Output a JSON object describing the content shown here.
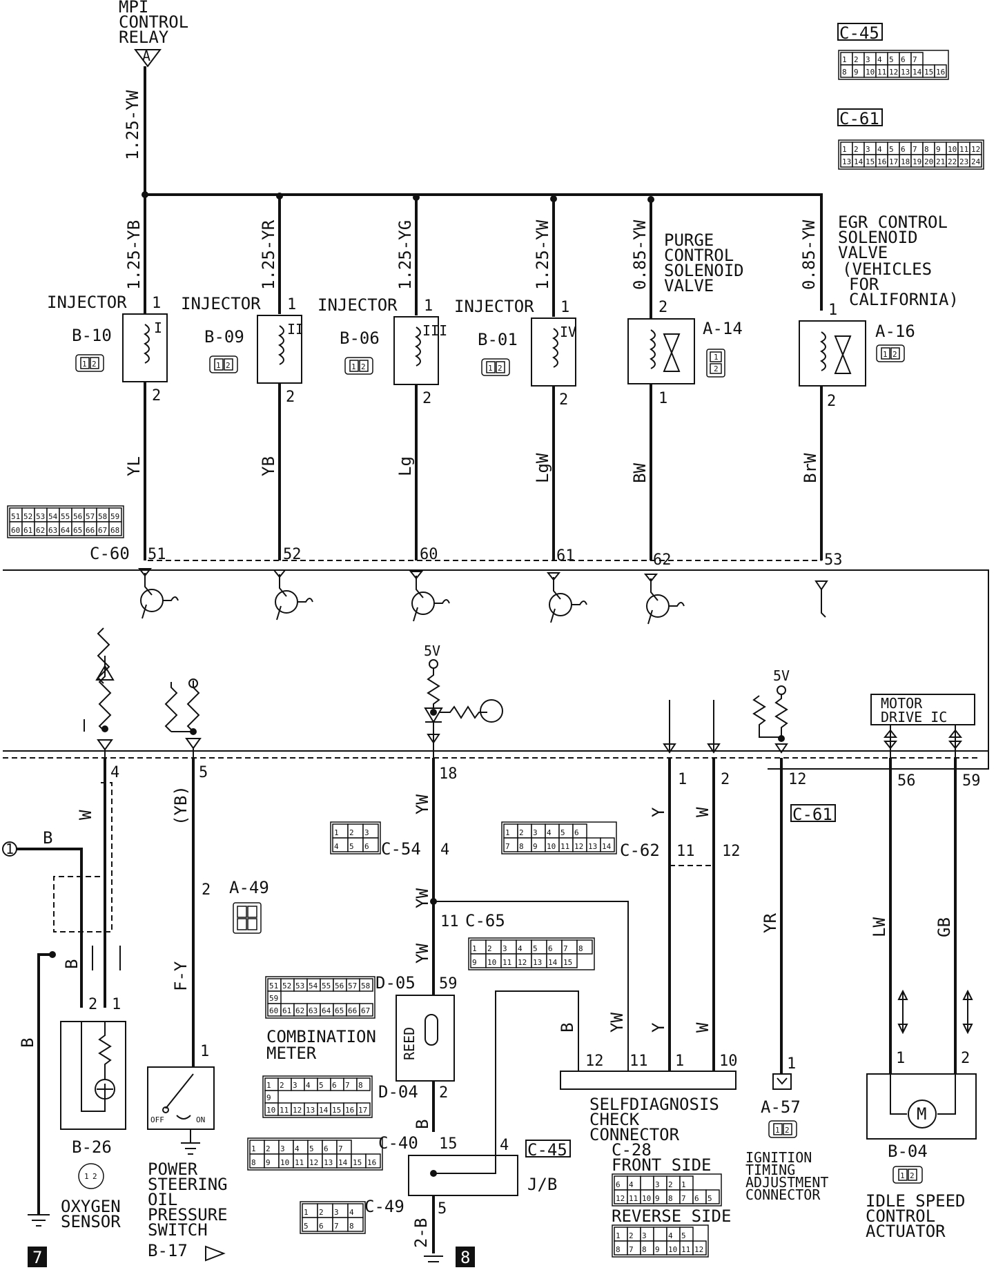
{
  "relay": {
    "title_line1": "MPI",
    "title_line2": "CONTROL",
    "title_line3": "RELAY",
    "terminal": "A",
    "wire": "1.25-YW"
  },
  "loads": [
    {
      "name": "INJECTOR",
      "connector": "B-10",
      "mark": "I",
      "wire_in": "1.25-YB",
      "wire_out": "YL",
      "pin_in": "1",
      "pin_out": "2",
      "ecu_pin": "51"
    },
    {
      "name": "INJECTOR",
      "connector": "B-09",
      "mark": "II",
      "wire_in": "1.25-YR",
      "wire_out": "YB",
      "pin_in": "1",
      "pin_out": "2",
      "ecu_pin": "52"
    },
    {
      "name": "INJECTOR",
      "connector": "B-06",
      "mark": "III",
      "wire_in": "1.25-YG",
      "wire_out": "Lg",
      "pin_in": "1",
      "pin_out": "2",
      "ecu_pin": "60"
    },
    {
      "name": "INJECTOR",
      "connector": "B-01",
      "mark": "IV",
      "wire_in": "1.25-YW",
      "wire_out": "LgW",
      "pin_in": "1",
      "pin_out": "2",
      "ecu_pin": "61"
    },
    {
      "name": "PURGE CONTROL SOLENOID VALVE",
      "connector": "A-14",
      "mark": "",
      "wire_in": "0.85-YW",
      "wire_out": "BW",
      "pin_in": "2",
      "pin_out": "1",
      "ecu_pin": "62"
    },
    {
      "name": "EGR CONTROL SOLENOID VALVE (VEHICLES FOR CALIFORNIA)",
      "connector": "A-16",
      "mark": "",
      "wire_in": "0.85-YW",
      "wire_out": "BrW",
      "pin_in": "1",
      "pin_out": "2",
      "ecu_pin": "53"
    }
  ],
  "purge_lines": [
    "PURGE",
    "CONTROL",
    "SOLENOID",
    "VALVE"
  ],
  "egr_lines": [
    "EGR CONTROL",
    "SOLENOID",
    "VALVE",
    "(VEHICLES",
    "FOR",
    "CALIFORNIA)"
  ],
  "ecu_connector_top": "C-60",
  "conn_c45": {
    "label": "C-45",
    "row1": [
      "1",
      "2",
      "3",
      "4",
      "5",
      "6",
      "7"
    ],
    "row2": [
      "8",
      "9",
      "10",
      "11",
      "12",
      "13",
      "14",
      "15",
      "16"
    ]
  },
  "conn_c61": {
    "label": "C-61",
    "row1": [
      "1",
      "2",
      "3",
      "4",
      "5",
      "6",
      "7",
      "8",
      "9",
      "10",
      "11",
      "12"
    ],
    "row2": [
      "13",
      "14",
      "15",
      "16",
      "17",
      "18",
      "19",
      "20",
      "21",
      "22",
      "23",
      "24"
    ]
  },
  "conn_c60": {
    "row1": [
      "51",
      "52",
      "53",
      "54",
      "55",
      "56",
      "57",
      "58",
      "59"
    ],
    "row2": [
      "60",
      "61",
      "62",
      "63",
      "64",
      "65",
      "66",
      "67",
      "68"
    ]
  },
  "conn_small": {
    "a": "1",
    "b": "2"
  },
  "supply_5v": "5V",
  "motor_ic": {
    "line1": "MOTOR",
    "line2": "DRIVE IC"
  },
  "bottom_pins": [
    "4",
    "5",
    "18",
    "1",
    "2",
    "12",
    "56",
    "59"
  ],
  "oxygen": {
    "connector": "B-26",
    "name1": "OXYGEN",
    "name2": "SENSOR",
    "wire_w": "W",
    "wire_b": "B",
    "pin1": "1",
    "pin2": "2",
    "ref": "1",
    "ground_tag": "7"
  },
  "ps_switch": {
    "wire_top": "(YB)",
    "wire_bot": "F-Y",
    "pin_a": "2",
    "pin_b": "1",
    "connector": "A-49",
    "name": [
      "POWER",
      "STEERING",
      "OIL",
      "PRESSURE",
      "SWITCH"
    ],
    "ref": "B-17",
    "off": "OFF",
    "on": "ON"
  },
  "meter": {
    "wire_yw": "YW",
    "c54": "C-54",
    "c54_pin": "4",
    "c65": "C-65",
    "c65_pin": "11",
    "d05": "D-05",
    "d05_pin": "59",
    "d04": "D-04",
    "d04_pin": "2",
    "reed": "REED",
    "name1": "COMBINATION",
    "name2": "METER",
    "wire_b": "B",
    "c40": "C-40",
    "c40_pin": "15",
    "c45_tag": "C-45",
    "c45_pin": "4",
    "jb": "J/B",
    "c49": "C-49",
    "c49_pin": "5",
    "wire_2b": "2-B",
    "ground_tag": "8",
    "conn_c54": [
      "1",
      "2",
      "3",
      "4",
      "5",
      "6"
    ],
    "conn_c62": {
      "row1": [
        "1",
        "2",
        "3",
        "4",
        "5",
        "6"
      ],
      "row2": [
        "7",
        "8",
        "9",
        "10",
        "11",
        "12",
        "13",
        "14"
      ]
    },
    "conn_c65": {
      "row1": [
        "1",
        "2",
        "3",
        "4",
        "5",
        "6",
        "7",
        "8"
      ],
      "row2": [
        "9",
        "10",
        "11",
        "12",
        "13",
        "14",
        "15"
      ]
    },
    "conn_d05": {
      "row1": [
        "51",
        "52",
        "53",
        "54",
        "55",
        "56",
        "57",
        "58"
      ],
      "mid": "59",
      "row2": [
        "60",
        "61",
        "62",
        "63",
        "64",
        "65",
        "66",
        "67"
      ]
    },
    "conn_d04": {
      "row1": [
        "1",
        "2",
        "3",
        "4",
        "5",
        "6",
        "7",
        "8"
      ],
      "mid": "9",
      "row2": [
        "10",
        "11",
        "12",
        "13",
        "14",
        "15",
        "16",
        "17"
      ]
    },
    "conn_c40": {
      "row1": [
        "1",
        "2",
        "3",
        "4",
        "5",
        "6",
        "7"
      ],
      "row2": [
        "8",
        "9",
        "10",
        "11",
        "12",
        "13",
        "14",
        "15",
        "16"
      ]
    },
    "conn_c49": {
      "row1": [
        "1",
        "2",
        "3",
        "4"
      ],
      "row2": [
        "5",
        "6",
        "7",
        "8"
      ]
    }
  },
  "selfdiag": {
    "c62": "C-62",
    "pin11": "11",
    "pin12": "12",
    "wire_y": "Y",
    "wire_w": "W",
    "wire_b": "B",
    "wire_yw": "YW",
    "pins": [
      "12",
      "11",
      "1",
      "10"
    ],
    "name": [
      "SELFDIAGNOSIS",
      "CHECK",
      "CONNECTOR"
    ],
    "connector": "C-28",
    "front": "FRONT SIDE",
    "reverse": "REVERSE SIDE",
    "front_row1": [
      "6",
      "4",
      "",
      "3",
      "2",
      "1"
    ],
    "front_row2": [
      "12",
      "11",
      "10",
      "9",
      "8",
      "7",
      "6",
      "5"
    ],
    "rev_row1": [
      "1",
      "2",
      "3",
      "",
      "4",
      "5"
    ],
    "rev_row2": [
      "8",
      "7",
      "8",
      "9",
      "10",
      "11",
      "12"
    ]
  },
  "ignition": {
    "tag": "C-61",
    "wire": "YR",
    "pin": "1",
    "connector": "A-57",
    "name": [
      "IGNITION",
      "TIMING",
      "ADJUSTMENT",
      "CONNECTOR"
    ]
  },
  "isc": {
    "wire_lw": "LW",
    "wire_gb": "GB",
    "pin1": "1",
    "pin2": "2",
    "connector": "B-04",
    "motor": "M",
    "name": [
      "IDLE SPEED",
      "CONTROL",
      "ACTUATOR"
    ]
  }
}
